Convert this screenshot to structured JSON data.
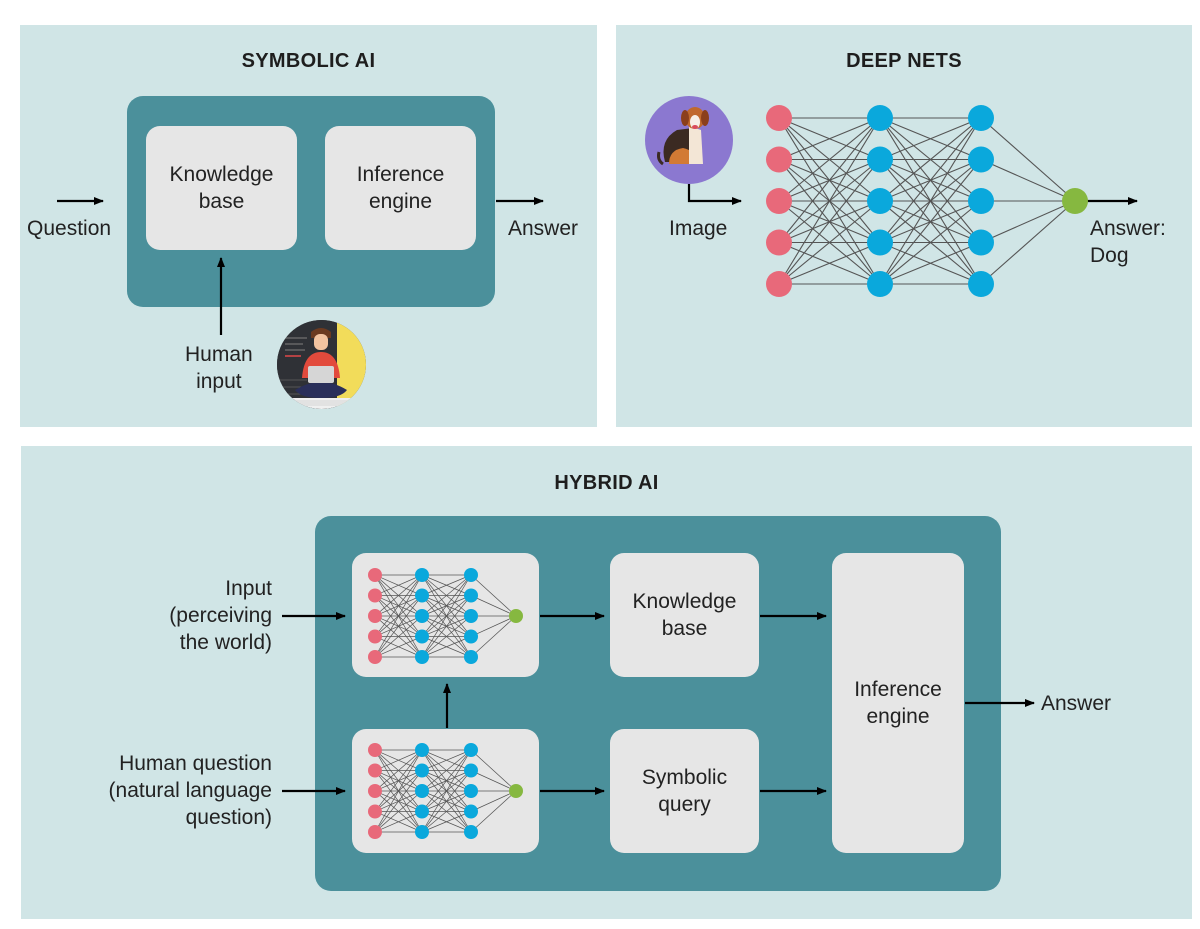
{
  "colors": {
    "panel_bg": "#d0e5e6",
    "container_teal": "#4b909b",
    "box_bg": "#e6e6e6",
    "input_node": "#e8697a",
    "hidden_node": "#0aa8dc",
    "output_node": "#86b840",
    "edge": "#555555",
    "arrow": "#000000",
    "dog_circle": "#8b78d0",
    "human_circle_accent": "#f2dc5a"
  },
  "symbolic_ai": {
    "title": "SYMBOLIC AI",
    "question_label": "Question",
    "answer_label": "Answer",
    "knowledge_base": "Knowledge\nbase",
    "inference_engine": "Inference\nengine",
    "human_input_label": "Human\ninput",
    "human_icon": "person-with-laptop-icon"
  },
  "deep_nets": {
    "title": "DEEP NETS",
    "image_label": "Image",
    "answer_label": "Answer:\nDog",
    "dog_icon": "dog-icon",
    "layers": [
      5,
      5,
      5,
      1
    ]
  },
  "hybrid_ai": {
    "title": "HYBRID AI",
    "input_label": "Input\n(perceiving\nthe world)",
    "human_question_label": "Human question\n(natural language\nquestion)",
    "knowledge_base": "Knowledge\nbase",
    "symbolic_query": "Symbolic\nquery",
    "inference_engine": "Inference\nengine",
    "answer_label": "Answer",
    "layers": [
      5,
      5,
      5,
      1
    ]
  }
}
